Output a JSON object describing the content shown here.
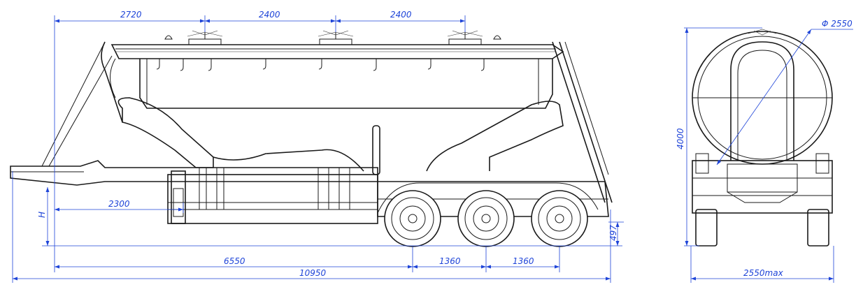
{
  "colors": {
    "line": "#1a1a1a",
    "dimension": "#1e44d8",
    "background": "#ffffff"
  },
  "dimensions": {
    "kingpin_to_first_compartment": "2720",
    "compartment_spacing_1": "2400",
    "compartment_spacing_2": "2400",
    "height_label": "H",
    "kingpin_to_landing_gear": "2300",
    "kingpin_to_axle": "6550",
    "axle_spacing_1": "1360",
    "axle_spacing_2": "1360",
    "overall_length": "10950",
    "rear_ground_clearance": "497",
    "overall_height": "4000",
    "tank_diameter": "Φ 2550",
    "overall_width": "2550max"
  }
}
